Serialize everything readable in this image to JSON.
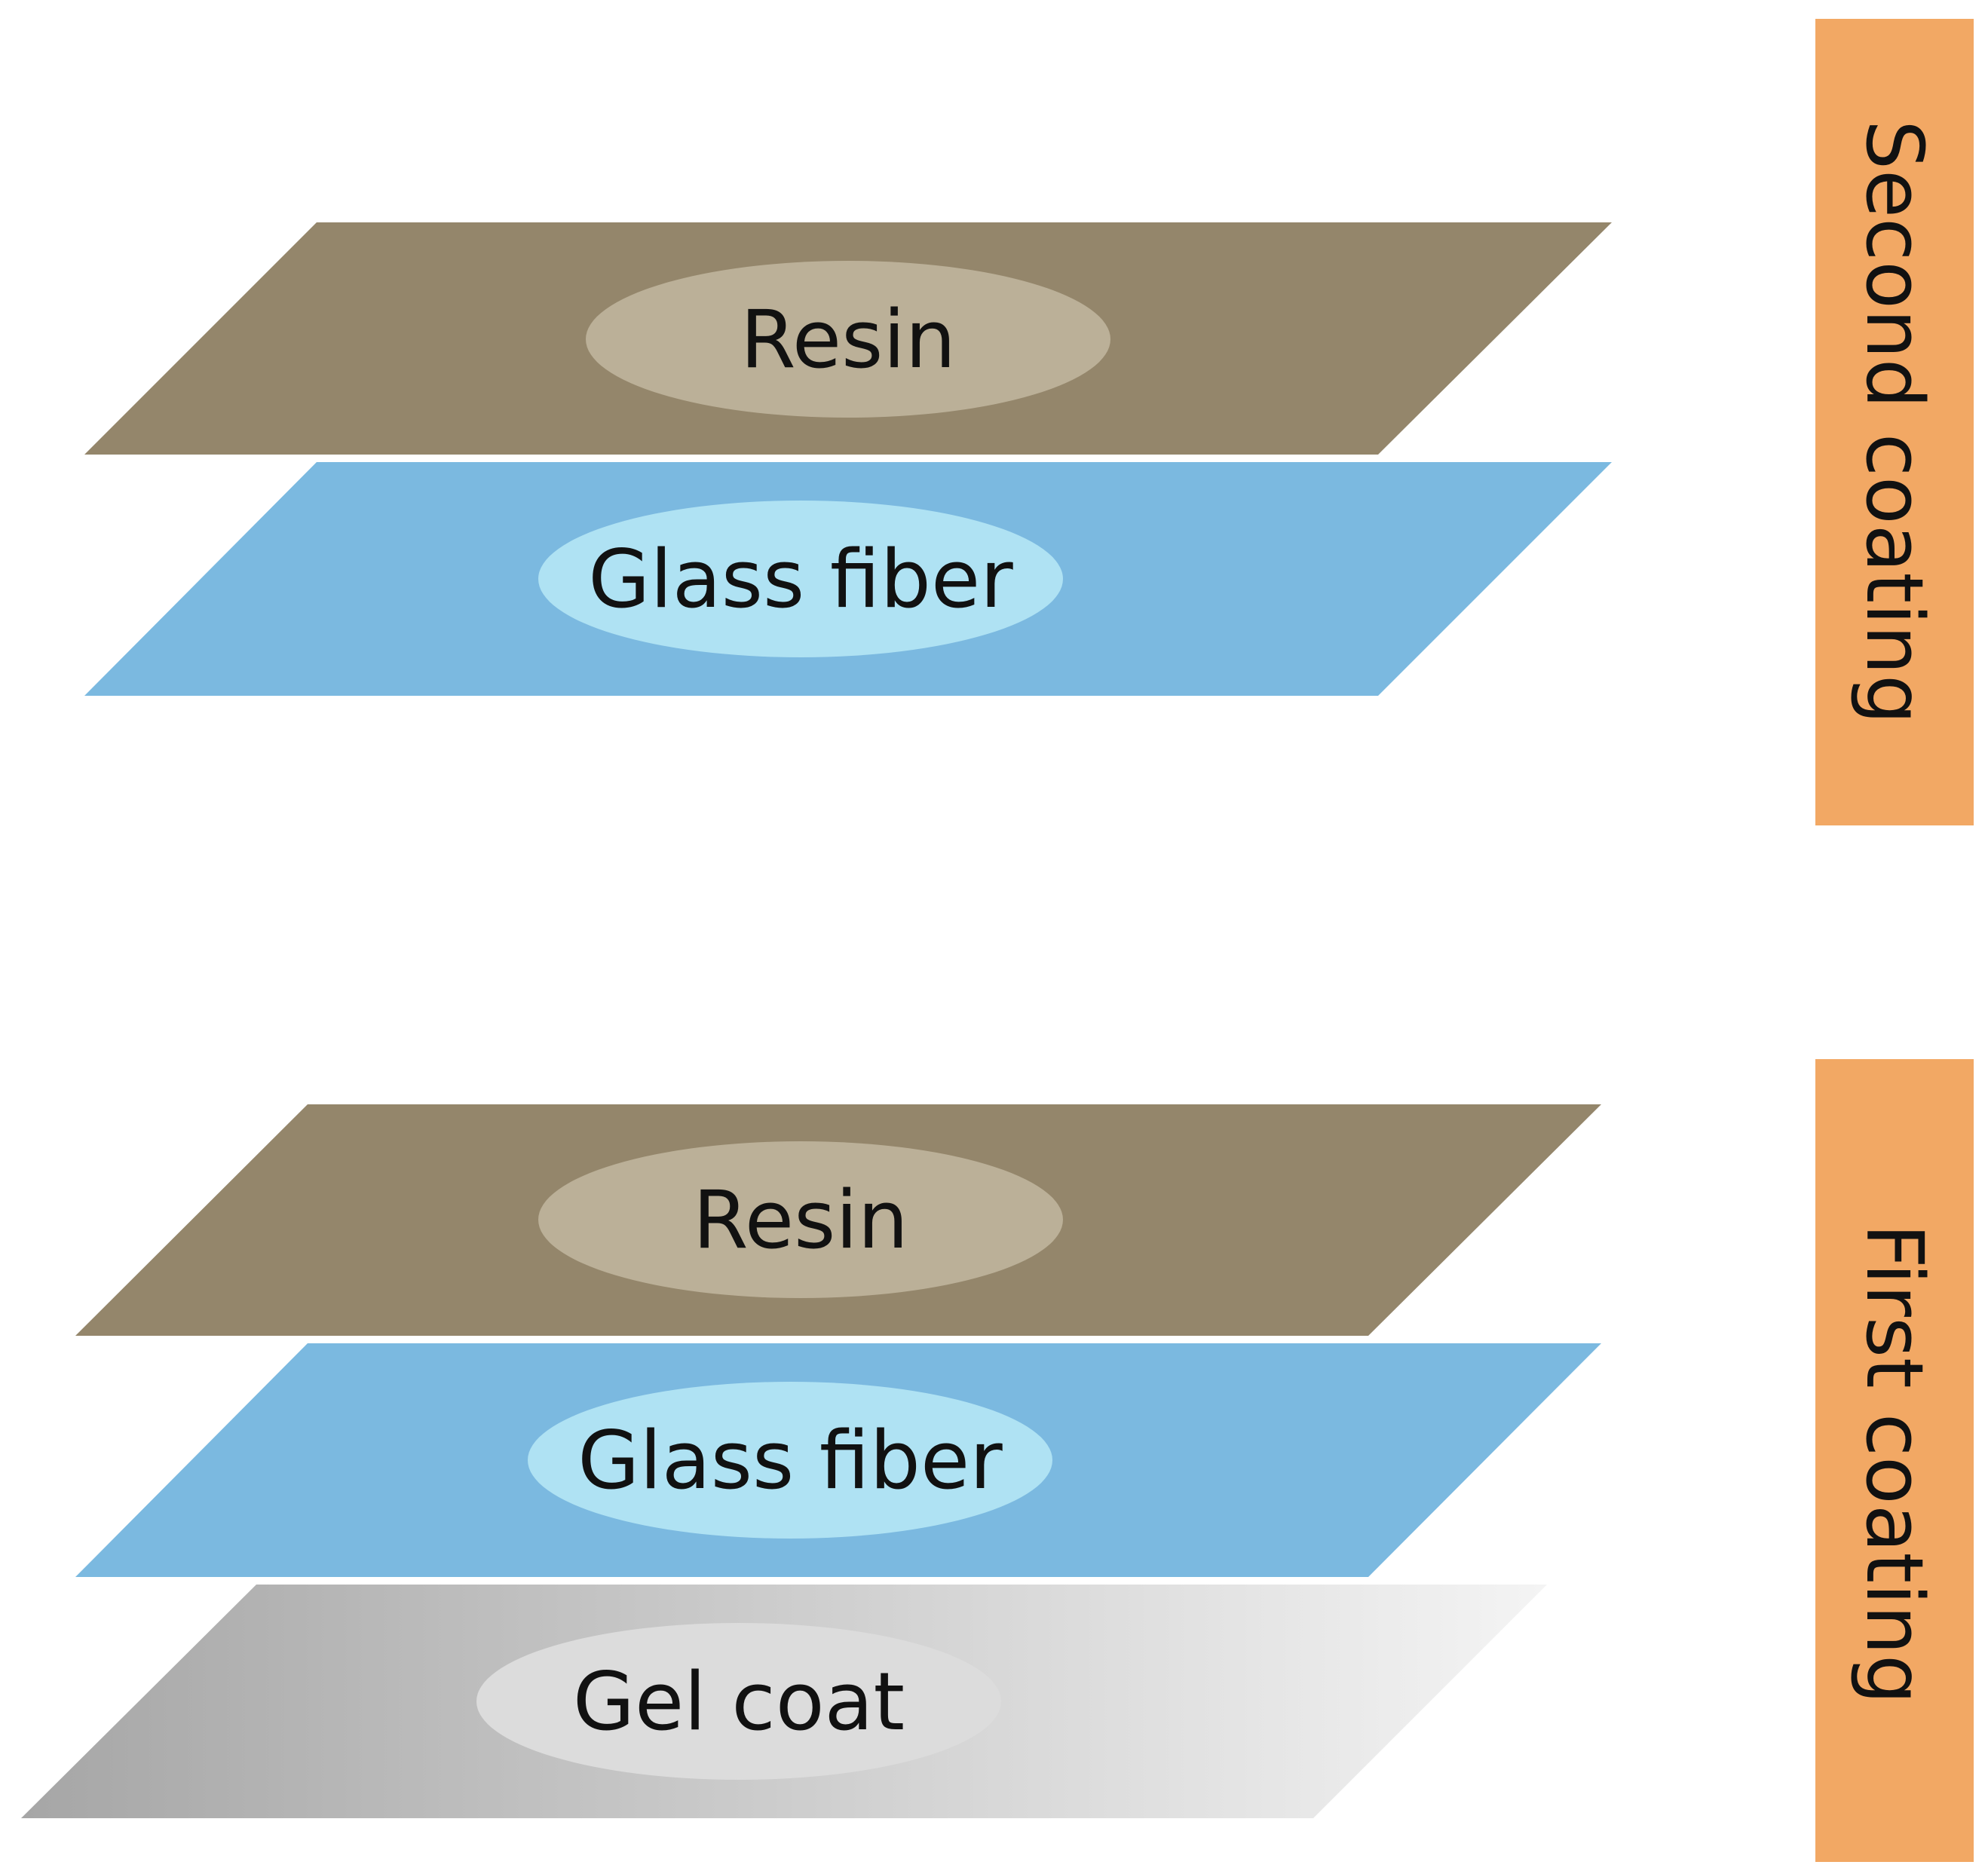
{
  "colors": {
    "resin_sheet": "#94866b",
    "resin_oval": "#bbb098",
    "glass_sheet": "#7bb9e0",
    "glass_oval": "#afe2f3",
    "gel_sheet_dark": "#a6a6a6",
    "gel_sheet_light": "#f4f4f4",
    "gel_oval": "#dcdcdc",
    "coating_bar": "#f2a864",
    "text": "#111111"
  },
  "groups": {
    "second": {
      "label": "Second coating",
      "layers": {
        "resin": "Resin",
        "glass": "Glass fiber"
      }
    },
    "first": {
      "label": "First coating",
      "layers": {
        "resin": "Resin",
        "glass": "Glass fiber",
        "gel": "Gel coat"
      }
    }
  }
}
